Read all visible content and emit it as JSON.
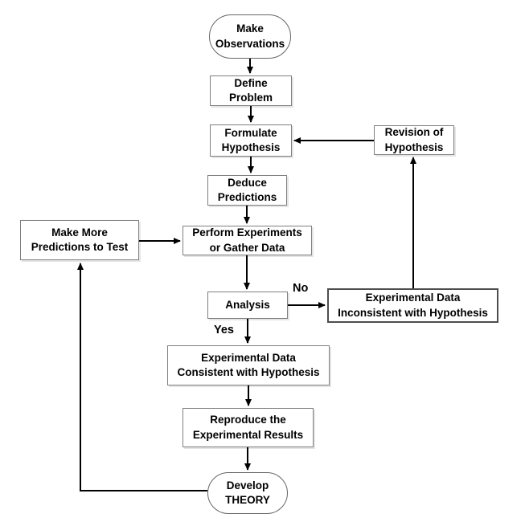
{
  "nodes": {
    "make_observations": {
      "label": "Make\nObservations",
      "shape": "terminator"
    },
    "define_problem": {
      "label": "Define\nProblem",
      "shape": "process"
    },
    "formulate_hypothesis": {
      "label": "Formulate\nHypothesis",
      "shape": "process"
    },
    "revision_of_hypothesis": {
      "label": "Revision of\nHypothesis",
      "shape": "process"
    },
    "deduce_predictions": {
      "label": "Deduce\nPredictions",
      "shape": "process"
    },
    "make_more_predictions": {
      "label": "Make More\nPredictions to Test",
      "shape": "process"
    },
    "perform_experiments": {
      "label": "Perform Experiments\nor Gather Data",
      "shape": "process"
    },
    "analysis": {
      "label": "Analysis",
      "shape": "process"
    },
    "data_inconsistent": {
      "label": "Experimental Data\nInconsistent with Hypothesis",
      "shape": "process"
    },
    "data_consistent": {
      "label": "Experimental Data\nConsistent with Hypothesis",
      "shape": "process"
    },
    "reproduce_results": {
      "label": "Reproduce the\nExperimental Results",
      "shape": "process"
    },
    "develop_theory": {
      "label": "Develop\nTHEORY",
      "shape": "terminator"
    }
  },
  "edge_labels": {
    "yes": "Yes",
    "no": "No"
  },
  "colors": {
    "background": "#ffffff",
    "line": "#000000",
    "box_border": "#7f7f7f",
    "text": "#000000"
  }
}
